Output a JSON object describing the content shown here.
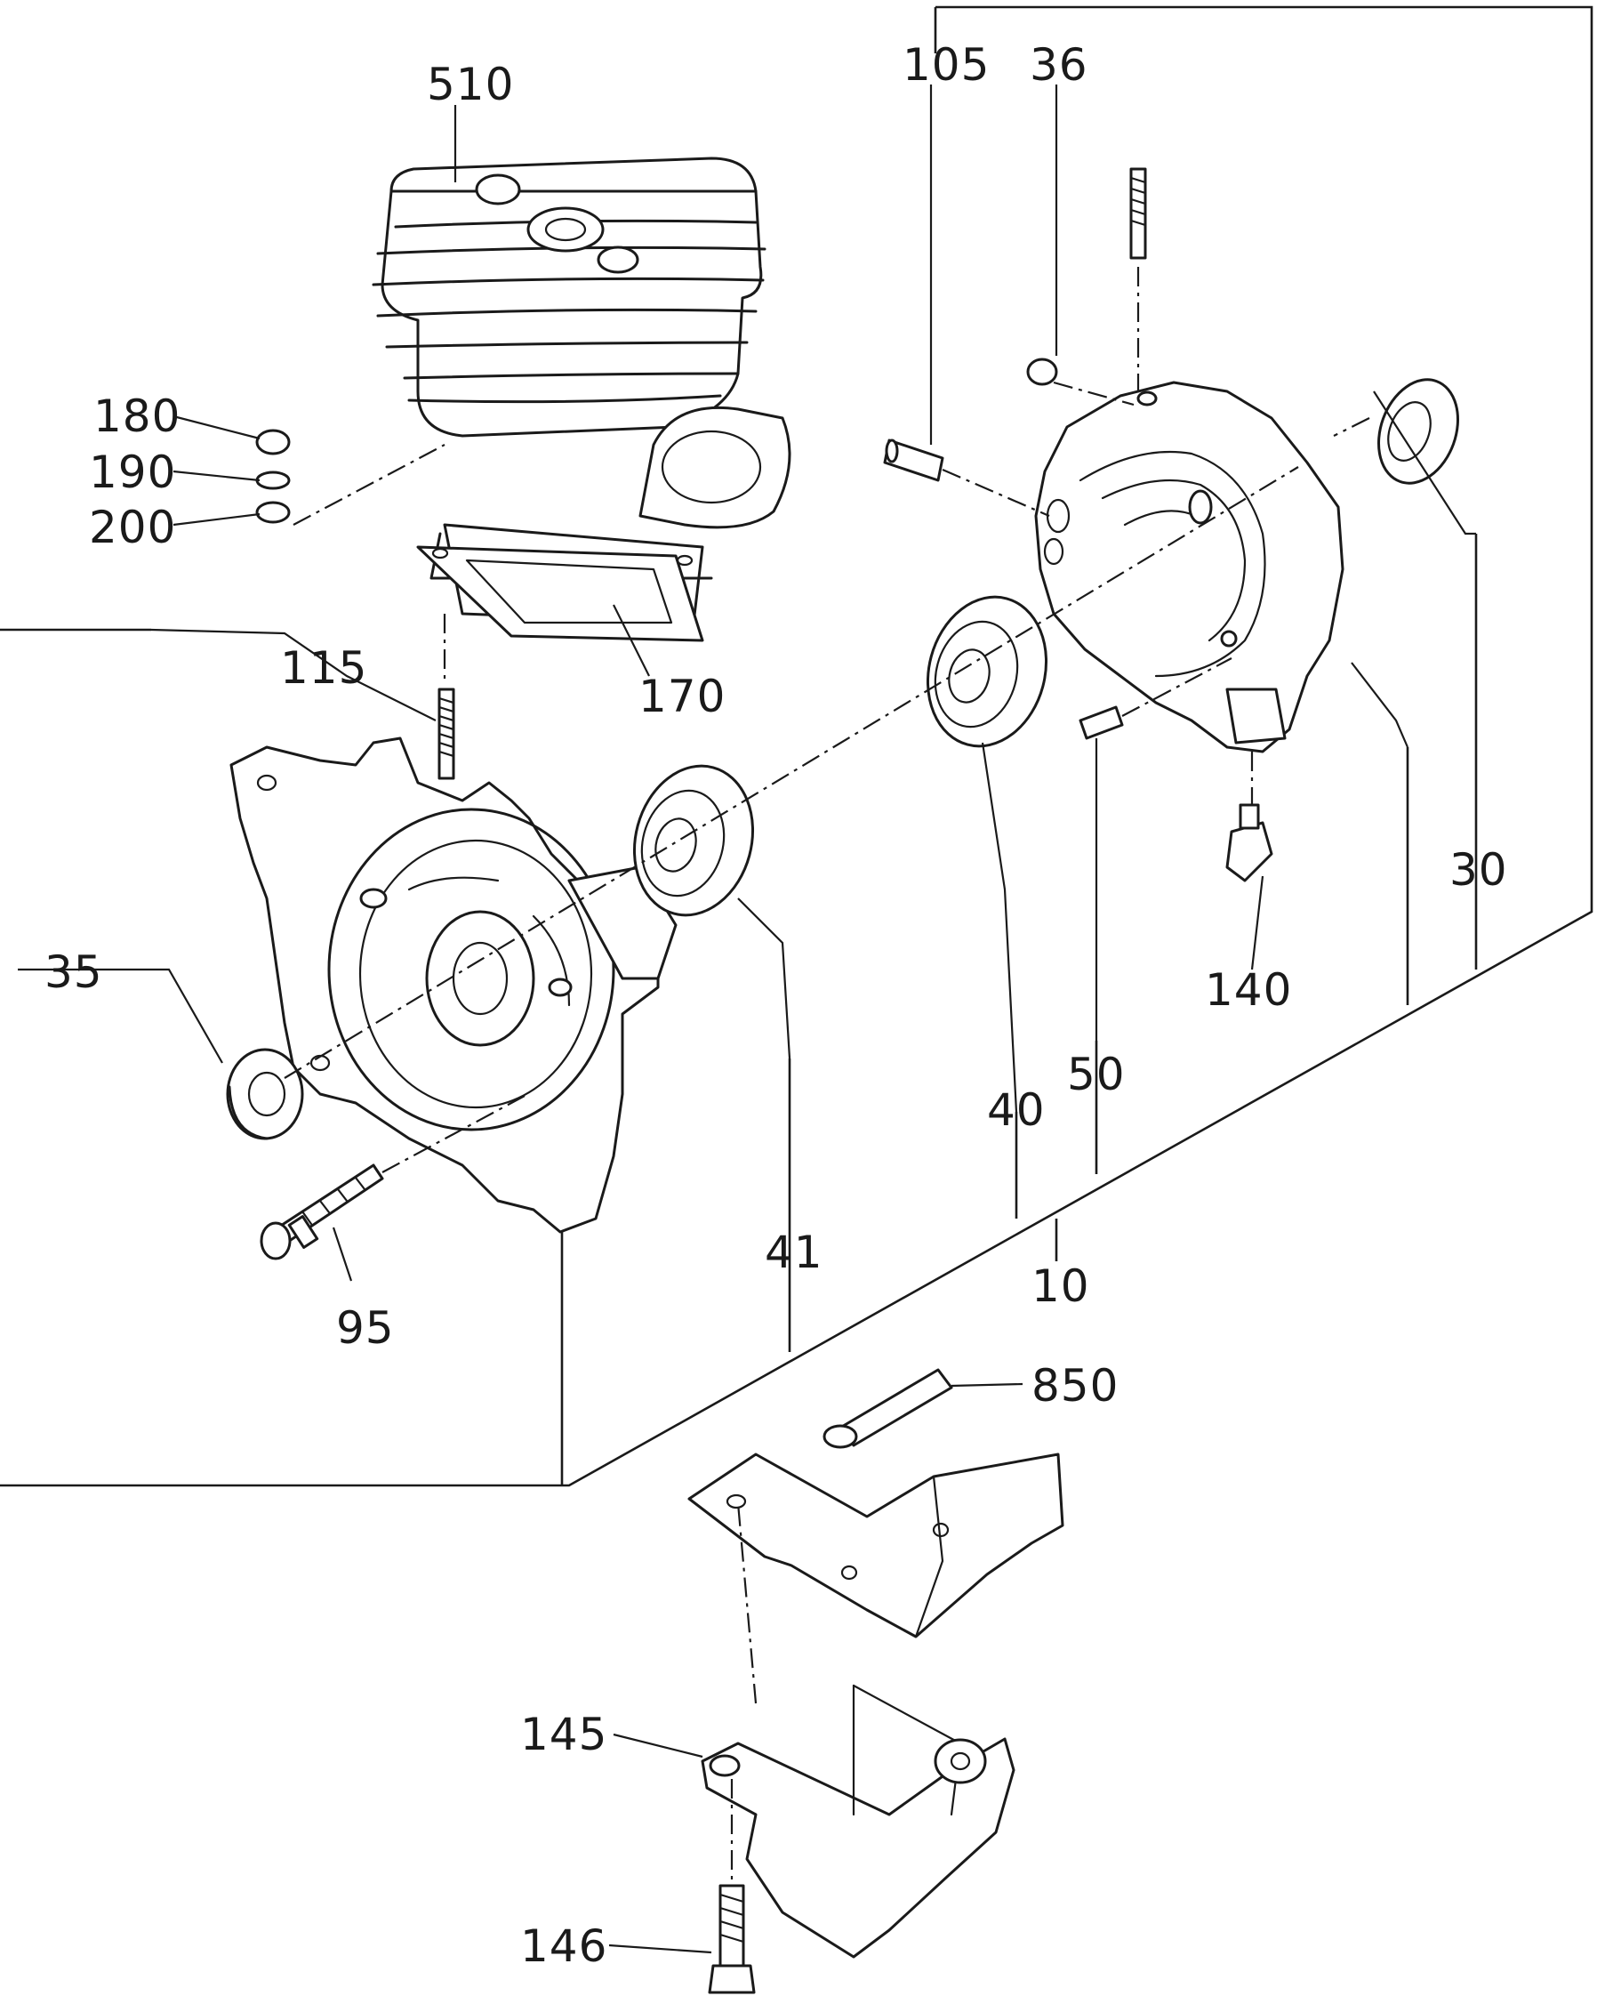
{
  "callouts": {
    "c510": "510",
    "c105": "105",
    "c36": "36",
    "c180": "180",
    "c190": "190",
    "c200": "200",
    "c115": "115",
    "c170": "170",
    "c30": "30",
    "c35": "35",
    "c140": "140",
    "c50": "50",
    "c40": "40",
    "c41": "41",
    "c10": "10",
    "c95": "95",
    "c850": "850",
    "c145": "145",
    "c146": "146"
  }
}
